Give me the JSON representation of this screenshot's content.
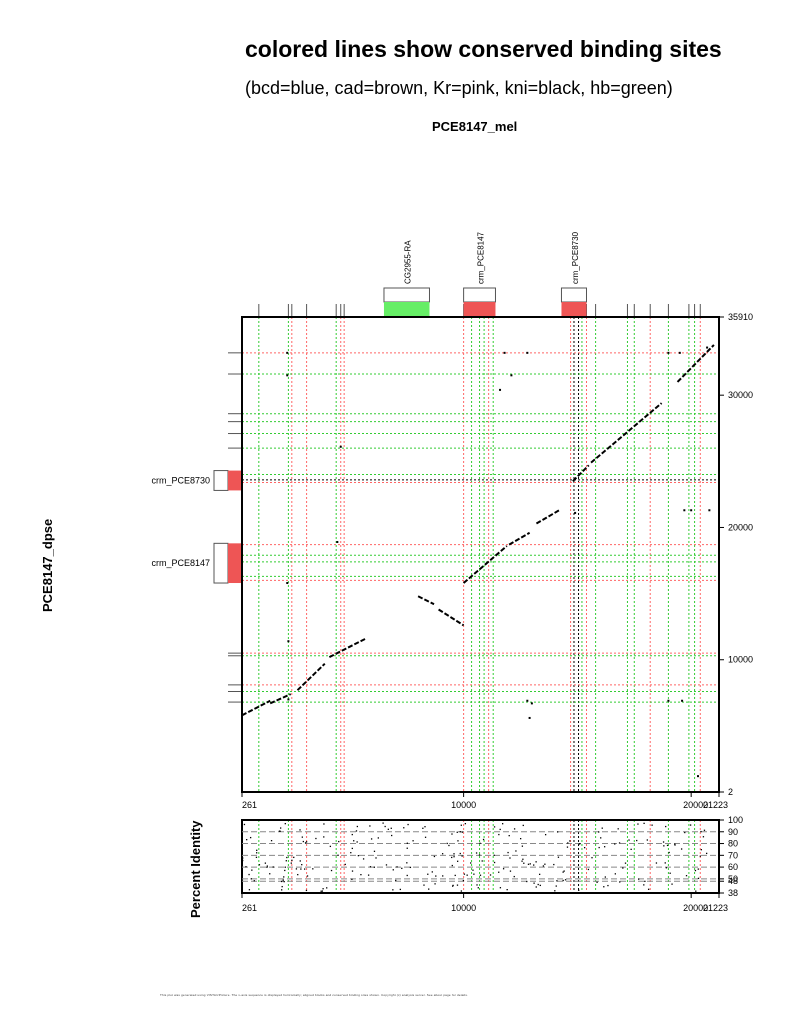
{
  "title": "colored lines show conserved binding sites",
  "subtitle": "(bcd=blue, cad=brown, Kr=pink, kni=black, hb=green)",
  "x_sequence": "PCE8147_mel",
  "y_sequence": "PCE8147_dpse",
  "percent_identity_label": "Percent Identity",
  "footer_text": "This plot was generated using VISTA/zPicture. The x-axis sequence is displayed horizontally; aligned blocks and conserved binding sites shown. Copyright (c) analysis server. See about page for details.",
  "colors": {
    "bcd": "#0000ff",
    "cad": "#a0522d",
    "Kr": "#ff6666",
    "kni": "#000000",
    "hb": "#33cc33",
    "annotation_fill_red": "#ee5555",
    "annotation_fill_green": "#66ee66"
  },
  "chart_data": [
    {
      "type": "scatter",
      "name": "dotplot",
      "x_range": [
        261,
        21223
      ],
      "y_range": [
        2,
        35910
      ],
      "x_ticks": [
        261,
        10000,
        20000,
        21223
      ],
      "x_tick_labels": [
        "261",
        "10000",
        "20000",
        "21223"
      ],
      "y_ticks": [
        2,
        10000,
        20000,
        30000,
        35910
      ],
      "y_tick_labels": [
        "2",
        "10000",
        "20000",
        "30000",
        "35910"
      ],
      "x_annotations": [
        {
          "label": "CG2955-RA",
          "start": 6500,
          "end": 8500,
          "color": "#66ee66"
        },
        {
          "label": "crm_PCE8147",
          "start": 10000,
          "end": 11400,
          "color": "#ee5555"
        },
        {
          "label": "crm_PCE8730",
          "start": 14300,
          "end": 15400,
          "color": "#ee5555"
        }
      ],
      "y_annotations": [
        {
          "label": "crm_PCE8730",
          "start": 22800,
          "end": 24300,
          "color": "#ee5555"
        },
        {
          "label": "crm_PCE8147",
          "start": 15800,
          "end": 18800,
          "color": "#ee5555"
        }
      ],
      "conserved_sites_x": [
        {
          "pos": 1000,
          "type": "hb"
        },
        {
          "pos": 2300,
          "type": "hb"
        },
        {
          "pos": 2450,
          "type": "Kr"
        },
        {
          "pos": 3100,
          "type": "Kr"
        },
        {
          "pos": 4400,
          "type": "hb"
        },
        {
          "pos": 4600,
          "type": "Kr"
        },
        {
          "pos": 4750,
          "type": "Kr"
        },
        {
          "pos": 10000,
          "type": "Kr"
        },
        {
          "pos": 10350,
          "type": "hb"
        },
        {
          "pos": 10700,
          "type": "hb"
        },
        {
          "pos": 10900,
          "type": "hb"
        },
        {
          "pos": 11100,
          "type": "Kr"
        },
        {
          "pos": 11300,
          "type": "hb"
        },
        {
          "pos": 14700,
          "type": "Kr"
        },
        {
          "pos": 14850,
          "type": "kni"
        },
        {
          "pos": 15050,
          "type": "kni"
        },
        {
          "pos": 15200,
          "type": "hb"
        },
        {
          "pos": 15400,
          "type": "Kr"
        },
        {
          "pos": 15800,
          "type": "hb"
        },
        {
          "pos": 17200,
          "type": "hb"
        },
        {
          "pos": 17500,
          "type": "hb"
        },
        {
          "pos": 18200,
          "type": "Kr"
        },
        {
          "pos": 19000,
          "type": "hb"
        },
        {
          "pos": 19900,
          "type": "hb"
        },
        {
          "pos": 20150,
          "type": "hb"
        },
        {
          "pos": 20400,
          "type": "Kr"
        }
      ],
      "conserved_sites_y": [
        {
          "pos": 6800,
          "type": "hb"
        },
        {
          "pos": 7600,
          "type": "hb"
        },
        {
          "pos": 8100,
          "type": "Kr"
        },
        {
          "pos": 10300,
          "type": "hb"
        },
        {
          "pos": 10500,
          "type": "Kr"
        },
        {
          "pos": 16000,
          "type": "Kr"
        },
        {
          "pos": 16300,
          "type": "hb"
        },
        {
          "pos": 17400,
          "type": "hb"
        },
        {
          "pos": 17900,
          "type": "hb"
        },
        {
          "pos": 18700,
          "type": "Kr"
        },
        {
          "pos": 23400,
          "type": "Kr"
        },
        {
          "pos": 23600,
          "type": "kni"
        },
        {
          "pos": 24000,
          "type": "hb"
        },
        {
          "pos": 26000,
          "type": "hb"
        },
        {
          "pos": 27100,
          "type": "hb"
        },
        {
          "pos": 28000,
          "type": "hb"
        },
        {
          "pos": 28600,
          "type": "hb"
        },
        {
          "pos": 31600,
          "type": "hb"
        },
        {
          "pos": 33200,
          "type": "Kr"
        }
      ],
      "alignment_segments": [
        [
          261,
          5800,
          1500,
          6900
        ],
        [
          1500,
          6700,
          2400,
          7400
        ],
        [
          2700,
          7700,
          3900,
          9700
        ],
        [
          4100,
          10200,
          5700,
          11600
        ],
        [
          8000,
          14800,
          8700,
          14200
        ],
        [
          8900,
          13800,
          10000,
          12600
        ],
        [
          10000,
          15800,
          11900,
          18600
        ],
        [
          12000,
          18700,
          12900,
          19600
        ],
        [
          13200,
          20300,
          14200,
          21300
        ],
        [
          14800,
          23500,
          15500,
          24700
        ],
        [
          15600,
          24900,
          18700,
          29400
        ],
        [
          19400,
          31000,
          21000,
          33800
        ]
      ],
      "dots": [
        [
          2250,
          33200
        ],
        [
          2250,
          31500
        ],
        [
          4600,
          26100
        ],
        [
          4450,
          18900
        ],
        [
          2250,
          15800
        ],
        [
          2300,
          11400
        ],
        [
          2300,
          7000
        ],
        [
          11800,
          33200
        ],
        [
          12800,
          33200
        ],
        [
          12100,
          31500
        ],
        [
          11600,
          30400
        ],
        [
          14900,
          21100
        ],
        [
          19000,
          33200
        ],
        [
          19500,
          33200
        ],
        [
          12800,
          6900
        ],
        [
          13000,
          6700
        ],
        [
          12900,
          5600
        ],
        [
          19000,
          6900
        ],
        [
          19600,
          6900
        ],
        [
          20300,
          1200
        ],
        [
          20700,
          33600
        ],
        [
          19700,
          21300
        ],
        [
          20000,
          21300
        ],
        [
          20800,
          21300
        ]
      ]
    },
    {
      "type": "scatter",
      "name": "percent_identity",
      "ylabel": "Percent Identity",
      "x_range": [
        261,
        21223
      ],
      "y_range": [
        38,
        100
      ],
      "y_ticks": [
        38,
        48,
        50,
        60,
        70,
        80,
        90,
        100
      ],
      "y_tick_labels": [
        "38",
        "48",
        "50",
        "60",
        "70",
        "80",
        "90",
        "100"
      ],
      "x_ticks": [
        261,
        10000,
        20000,
        21223
      ],
      "x_tick_labels": [
        "261",
        "10000",
        "20000",
        "21223"
      ]
    }
  ]
}
